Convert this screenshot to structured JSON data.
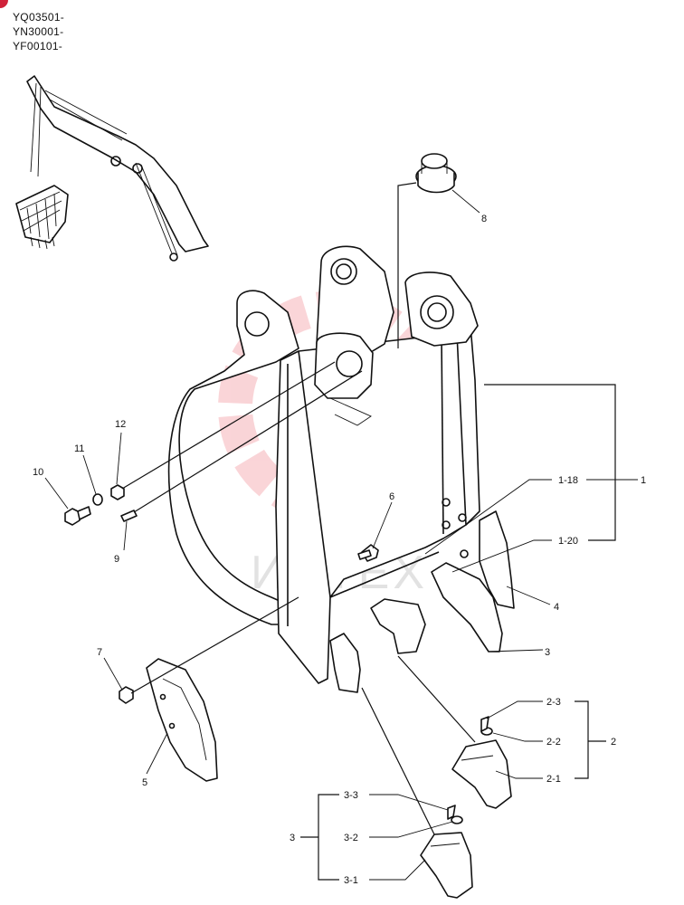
{
  "serials": [
    "YQ03501-",
    "YN30001-",
    "YF00101-"
  ],
  "watermark": "ИНТЕХ",
  "labels": {
    "p1": "1",
    "p1_18": "1-18",
    "p1_20": "1-20",
    "p2": "2",
    "p2_1": "2-1",
    "p2_2": "2-2",
    "p2_3": "2-3",
    "p3": "3",
    "p3_right": "3",
    "p3_1": "3-1",
    "p3_2": "3-2",
    "p3_3": "3-3",
    "p4": "4",
    "p5": "5",
    "p6": "6",
    "p7": "7",
    "p8": "8",
    "p9": "9",
    "p10": "10",
    "p11": "11",
    "p12": "12"
  },
  "colors": {
    "watermark": "#e8404f",
    "ink": "#111111",
    "corner_badge": "#d0223a"
  }
}
